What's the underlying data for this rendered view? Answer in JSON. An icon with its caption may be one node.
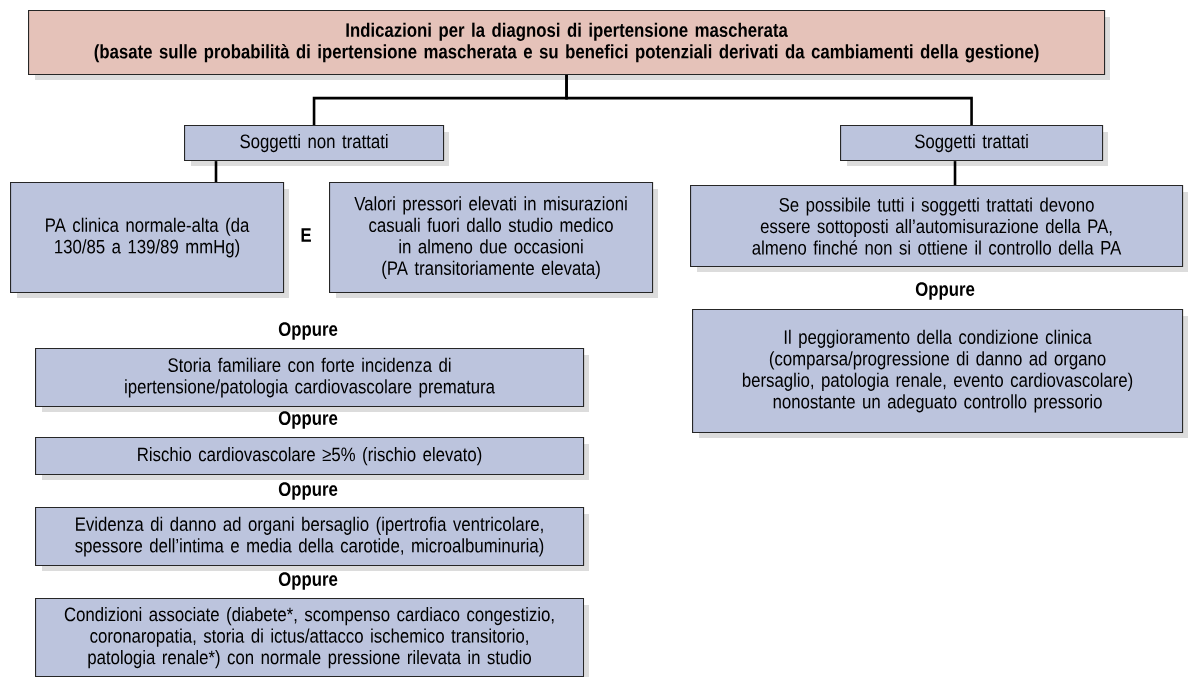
{
  "diagram": {
    "nodes": [
      {
        "text": [
          "Indicazioni per la diagnosi di ipertensione mascherata",
          "(basate sulle probabilità di ipertensione mascherata e su benefici potenziali derivati da cambiamenti della gestione)"
        ]
      },
      {
        "text": [
          "Soggetti non trattati"
        ]
      },
      {
        "text": [
          "Soggetti trattati"
        ]
      },
      {
        "text": [
          "PA clinica normale-alta (da 130/85 a 139/89 mmHg)"
        ]
      },
      {
        "text": [
          "Valori pressori elevati in misurazioni casuali fuori dallo studio medico in almeno due occasioni",
          "(PA transitoriamente elevata)"
        ]
      },
      {
        "text": [
          "Se possibile tutti i soggetti trattati devono essere sottoposti all’automisurazione della PA, almeno finché non si ottiene il controllo della PA"
        ]
      },
      {
        "text": [
          "Il peggioramento della condizione clinica (comparsa/progressione di danno ad organo bersaglio, patologia renale, evento cardiovascolare) nonostante un adeguato controllo pressorio"
        ]
      },
      {
        "text": [
          "Storia familiare con forte incidenza di ipertensione/patologia cardiovascolare prematura"
        ]
      },
      {
        "text": [
          "Rischio cardiovascolare ≥5% (rischio elevato)"
        ]
      },
      {
        "text": [
          "Evidenza di danno ad organi bersaglio (ipertrofia ventricolare, spessore dell’intima e media della carotide, microalbuminuria)"
        ]
      },
      {
        "text": [
          "Condizioni associate (diabete*, scompenso cardiaco congestizio, coronaropatia, storia di ictus/attacco ischemico transitorio, patologia renale*) con normale pressione rilevata in studio"
        ]
      }
    ],
    "edges": [
      {
        "from": 0,
        "to": 1,
        "arrow": "none"
      },
      {
        "from": 0,
        "to": 2,
        "arrow": "none"
      },
      {
        "from": 1,
        "to": 3,
        "arrow": "none"
      },
      {
        "from": 2,
        "to": 5,
        "arrow": "none"
      }
    ],
    "labels": [
      "E",
      "Oppure",
      "Oppure",
      "Oppure",
      "Oppure",
      "Oppure"
    ]
  }
}
